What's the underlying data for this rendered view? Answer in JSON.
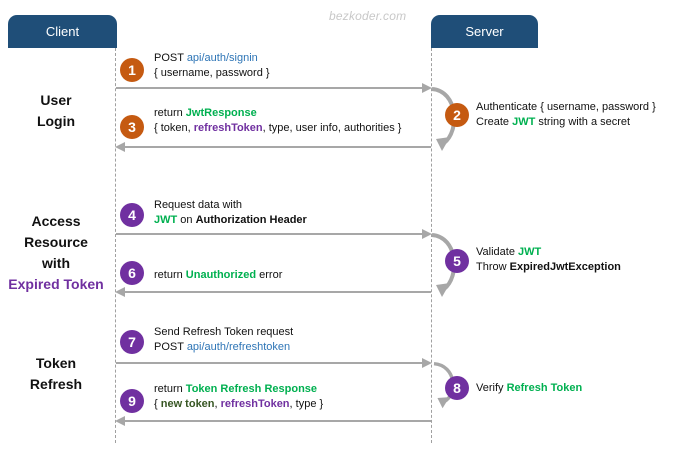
{
  "header": {
    "client": "Client",
    "server": "Server",
    "watermark": "bezkoder.com"
  },
  "phases": {
    "login": [
      "User",
      "Login"
    ],
    "access": [
      "Access",
      "Resource",
      "with",
      "Expired Token"
    ],
    "refresh": [
      "Token",
      "Refresh"
    ]
  },
  "steps": {
    "s1": {
      "num": "1",
      "line1_prefix": "POST ",
      "line1_path": "api/auth/signin",
      "line2": "{ username, password }"
    },
    "s2": {
      "num": "2",
      "line1": "Authenticate { username, password }",
      "line2_prefix": "Create ",
      "line2_key": "JWT",
      "line2_suffix": " string with a secret"
    },
    "s3": {
      "num": "3",
      "line1_prefix": "return ",
      "line1_key": "JwtResponse",
      "line2_a": "{ token, ",
      "line2_key": "refreshToken",
      "line2_b": ", type, user info, authorities }"
    },
    "s4": {
      "num": "4",
      "line1": "Request data with",
      "line2_key": "JWT",
      "line2_mid": " on ",
      "line2_header": "Authorization Header"
    },
    "s5": {
      "num": "5",
      "line1_prefix": "Validate ",
      "line1_key": "JWT",
      "line2_prefix": "Throw ",
      "line2_key": "ExpiredJwtException"
    },
    "s6": {
      "num": "6",
      "prefix": "return ",
      "key": "Unauthorized",
      "suffix": " error"
    },
    "s7": {
      "num": "7",
      "line1": "Send Refresh Token request",
      "line2_prefix": "POST ",
      "line2_path": "api/auth/refreshtoken"
    },
    "s8": {
      "num": "8",
      "prefix": "Verify ",
      "key": "Refresh Token"
    },
    "s9": {
      "num": "9",
      "line1_prefix": "return ",
      "line1_key": "Token Refresh Response",
      "line2_a": "{ ",
      "line2_key1": "new token",
      "line2_b": ", ",
      "line2_key2": "refreshToken",
      "line2_c": ", type }"
    }
  },
  "colors": {
    "header_bg": "#1f4e78",
    "circle_orange": "#c55a11",
    "circle_purple": "#7030a0",
    "highlight_green": "#00b050",
    "highlight_purple": "#7030a0",
    "highlight_blue": "#2e75b6",
    "arrow_gray": "#a7a7a7"
  }
}
